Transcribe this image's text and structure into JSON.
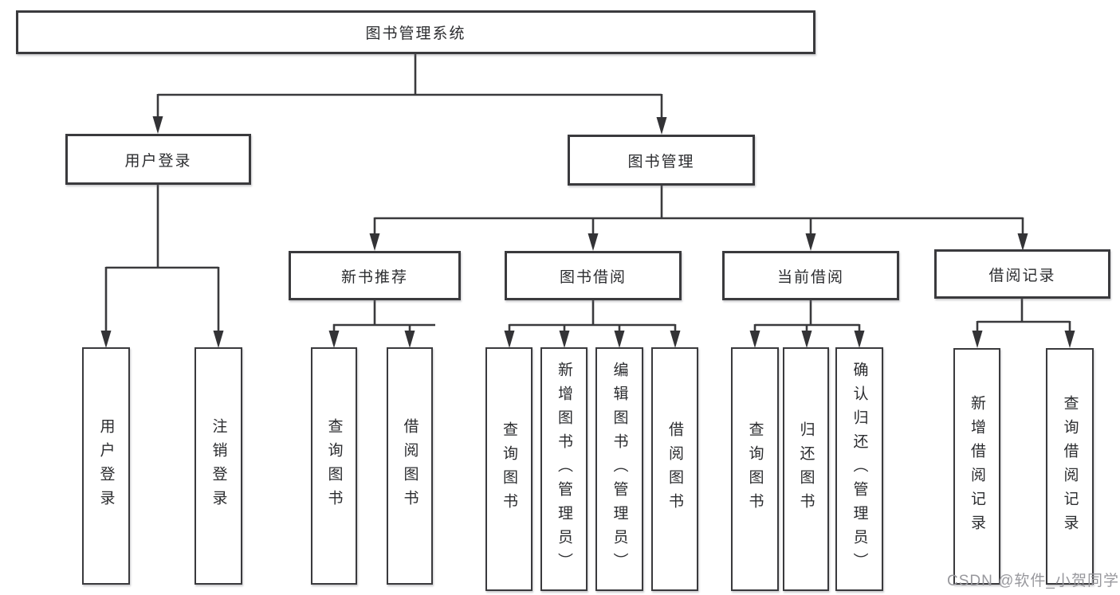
{
  "diagram_title": "图书管理系统",
  "tree": {
    "root": {
      "label": "图书管理系统"
    },
    "children": [
      {
        "label": "用户登录",
        "children": [
          {
            "label": "用户登录"
          },
          {
            "label": "注销登录"
          }
        ]
      },
      {
        "label": "图书管理",
        "children": [
          {
            "label": "新书推荐",
            "children": [
              {
                "label": "查询图书"
              },
              {
                "label": "借阅图书"
              }
            ]
          },
          {
            "label": "图书借阅",
            "children": [
              {
                "label": "查询图书"
              },
              {
                "label": "新增图书（管理员）"
              },
              {
                "label": "编辑图书（管理员）"
              },
              {
                "label": "借阅图书"
              }
            ]
          },
          {
            "label": "当前借阅",
            "children": [
              {
                "label": "查询图书"
              },
              {
                "label": "归还图书"
              },
              {
                "label": "确认归还（管理员）"
              }
            ]
          },
          {
            "label": "借阅记录",
            "children": [
              {
                "label": "新增借阅记录"
              },
              {
                "label": "查询借阅记录"
              }
            ]
          }
        ]
      }
    ]
  },
  "watermark": "CSDN @软件_小贺同学",
  "colors": {
    "line": "#3a3a3d",
    "border": "#3a3a3d",
    "text": "#2b2c2f",
    "watermark": "#98989d",
    "background": "#ffffff"
  }
}
